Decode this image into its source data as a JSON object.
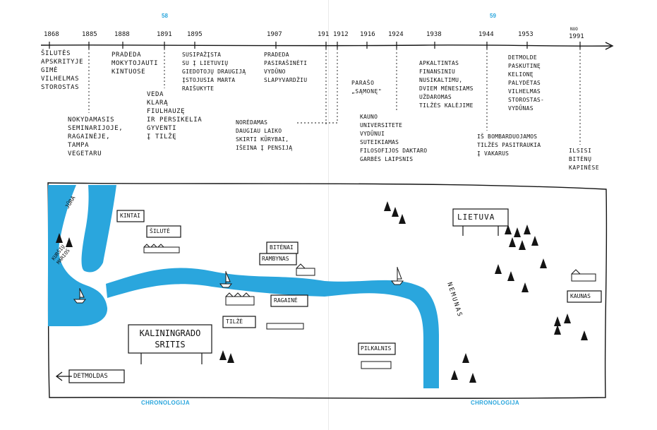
{
  "page_numbers": {
    "left": "58",
    "right": "59"
  },
  "footer": {
    "left": "CHRONOLOGIJA",
    "right": "CHRONOLOGIJA"
  },
  "years": [
    "1868",
    "1885",
    "1888",
    "1891",
    "1895",
    "1907",
    "191",
    "1912",
    "1916",
    "1924",
    "1938",
    "1944",
    "1953",
    "NUO",
    "1991"
  ],
  "events": {
    "e1868": "ŠILUTĖS\nAPSKRITYJE\nGIMĖ\nVILHELMAS\nSTOROSTAS",
    "e1885": "NOKYDAMASIS\nSEMINARIJOJE,\nRAGAINĖJE,\nTAMPA\nVEGETARU",
    "e1888": "PRADEDA\nMOKYTOJAUTI\nKINTUOSE",
    "e1891": "VEDA\nKLARĄ\nFIULHAUZĘ\nIR PERSIKELIA\nGYVENTI\nĮ TILŽĘ",
    "e1895": "SUSIPAŽĮSTA\nSU Į LIETUVIŲ\nGIEDOTOJŲ DRAUGIJĄ\nĮSTOJUSIA MARTA\nRAIŠUKYTE",
    "e1907": "PRADEDA\nPASIRAŠINĖTI\nVYDŪNO\nSLAPYVARDŽIU",
    "e1912": "NORĖDAMAS\nDAUGIAU LAIKO\nSKIRTI KŪRYBAI,\nIŠEINA Į PENSIJĄ",
    "e1916": "PARAŠO\n„SĄMONĘ\"",
    "e1924": "KAUNO\nUNIVERSITETE\nVYDŪNUI\nSUTEIKIAMAS\nFILOSOFIJOS DAKTARO\nGARBĖS LAIPSNIS",
    "e1938": "APKALTINTAS\nFINANSINIU\nNUSIKALTIMU,\nDVIEM MĖNESIAMS\nUŽDAROMAS\nTILŽĖS KALĖJIME",
    "e1944": "IŠ BOMBARDUOJAMOS\nTILŽĖS PASITRAUKIA\nĮ VAKARUS",
    "e1953": "DETMOLDE\nPASKUTINĘ\nKELIONĘ\nPALYDĖTAS\nVILHELMAS\nSTOROSTAS-\nVYDŪNAS",
    "e1991": "ILSISI\nBITĖNŲ\nKAPINĖSE"
  },
  "map": {
    "water": [
      "JŪRA",
      "KURŠIŲ\nMARIOS"
    ],
    "river": "NEMUNAS",
    "places": {
      "kintai": "KINTAI",
      "silute": "ŠILUTĖ",
      "bitenai": "BITĖNAI",
      "rambynas": "RAMBYNAS",
      "tilze": "TILŽĖ",
      "ragaine": "RAGAINĖ",
      "kaliningrad": "KALININGRADO\nSRITIS",
      "detmoldas": "DETMOLDAS",
      "pilkalnis": "PILKALNIS",
      "lietuva": "LIETUVA",
      "kaunas": "KAUNAS"
    },
    "colors": {
      "water": "#2aa6dd",
      "ink": "#141414"
    }
  }
}
